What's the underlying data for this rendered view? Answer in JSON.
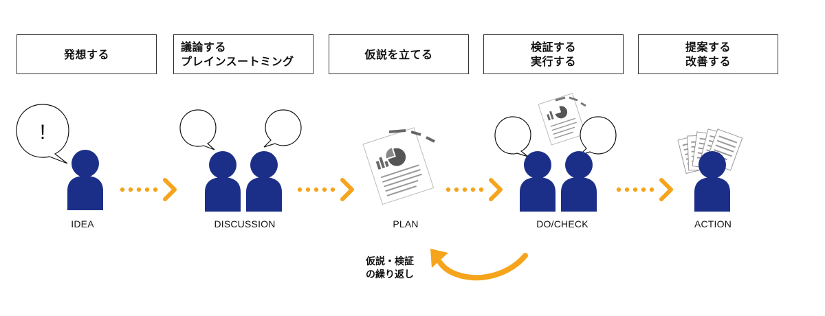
{
  "boxes": [
    {
      "text": "発想する"
    },
    {
      "text": "議論する\nプレインスートミング"
    },
    {
      "text": "仮説を立てる"
    },
    {
      "text": "検証する\n実行する"
    },
    {
      "text": "提案する\n改善する"
    }
  ],
  "stages": [
    {
      "label": "IDEA"
    },
    {
      "label": "DISCUSSION"
    },
    {
      "label": "PLAN"
    },
    {
      "label": "DO/CHECK"
    },
    {
      "label": "ACTION"
    }
  ],
  "idea_bubble_text": "!",
  "loop_label": "仮説・検証\nの繰り返し",
  "colors": {
    "person": "#1c2f88",
    "arrow": "#f5a41c",
    "box_border": "#333333",
    "paper_gray": "#888888"
  }
}
